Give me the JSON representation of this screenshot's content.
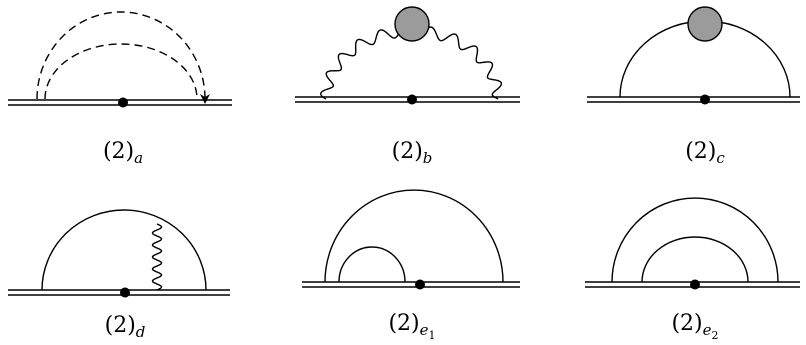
{
  "diagrams": [
    {
      "id": "a",
      "label_main": "(2)",
      "label_sub": "a",
      "label_subsub": ""
    },
    {
      "id": "b",
      "label_main": "(2)",
      "label_sub": "b",
      "label_subsub": ""
    },
    {
      "id": "c",
      "label_main": "(2)",
      "label_sub": "c",
      "label_subsub": ""
    },
    {
      "id": "d",
      "label_main": "(2)",
      "label_sub": "d",
      "label_subsub": ""
    },
    {
      "id": "e1",
      "label_main": "(2)",
      "label_sub": "e",
      "label_subsub": "1"
    },
    {
      "id": "e2",
      "label_main": "(2)",
      "label_sub": "e",
      "label_subsub": "2"
    }
  ],
  "colors": {
    "line": "#000000",
    "blob": "#9b9b9b",
    "background": "#ffffff"
  }
}
